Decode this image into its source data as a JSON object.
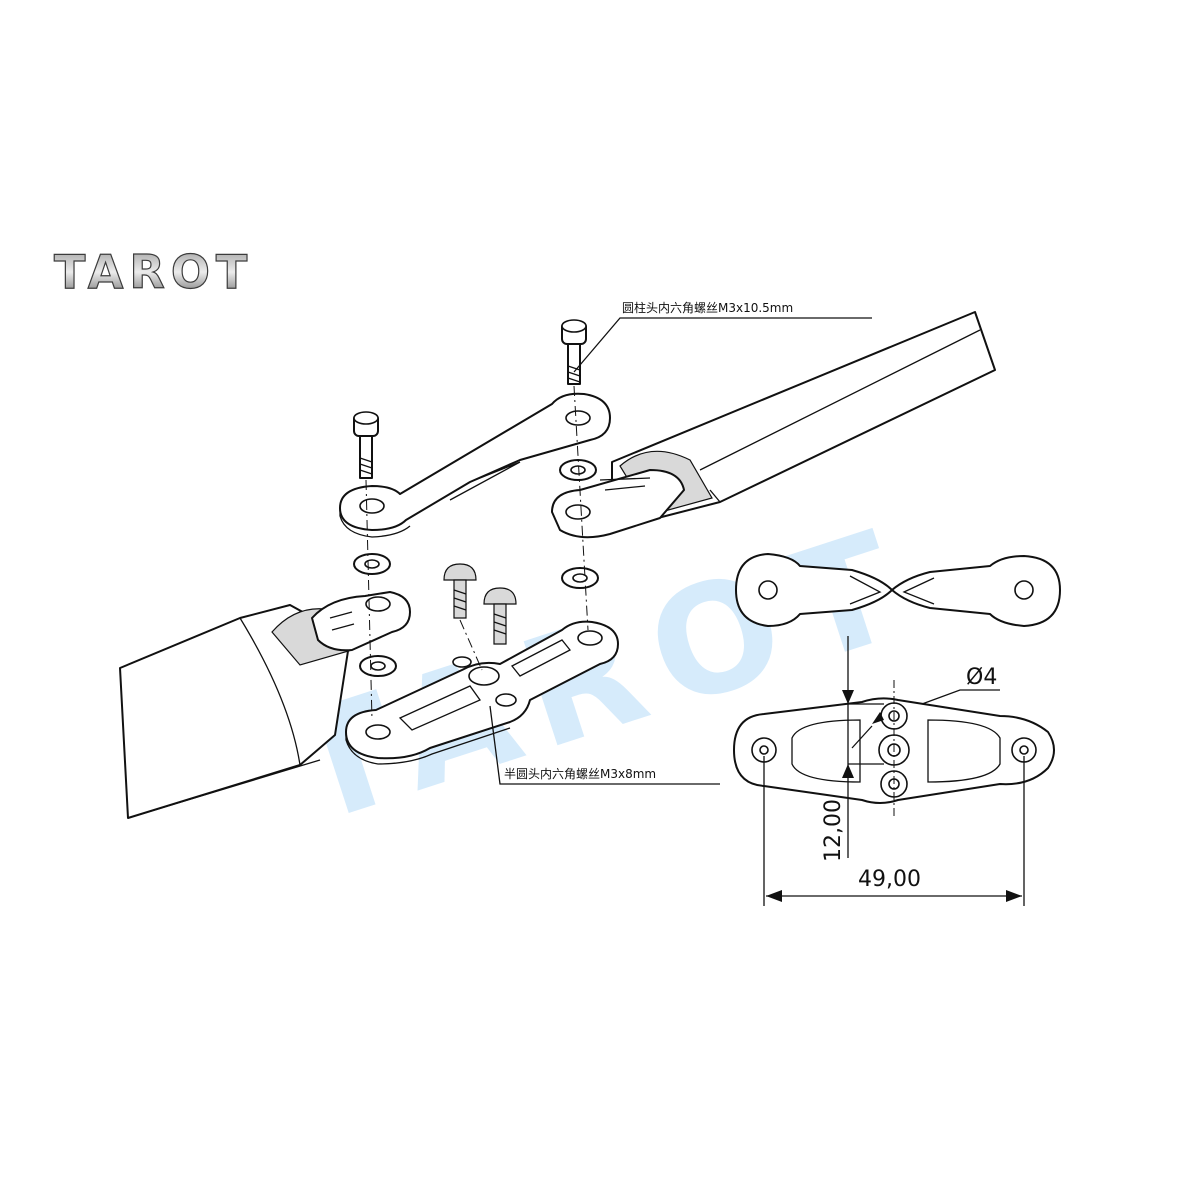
{
  "brand": {
    "logo_text": "TAROT",
    "watermark_text": "TAROT",
    "logo_color": "#4a4a4a",
    "watermark_color": "#cfe8fb"
  },
  "callouts": {
    "top_screw": "圆柱头内六角螺丝M3x10.5mm",
    "bottom_screw": "半圆头内六角螺丝M3x8mm"
  },
  "dimensions": {
    "hole_diameter": "Ø4",
    "vertical_offset": "12,00",
    "overall_length": "49,00"
  }
}
